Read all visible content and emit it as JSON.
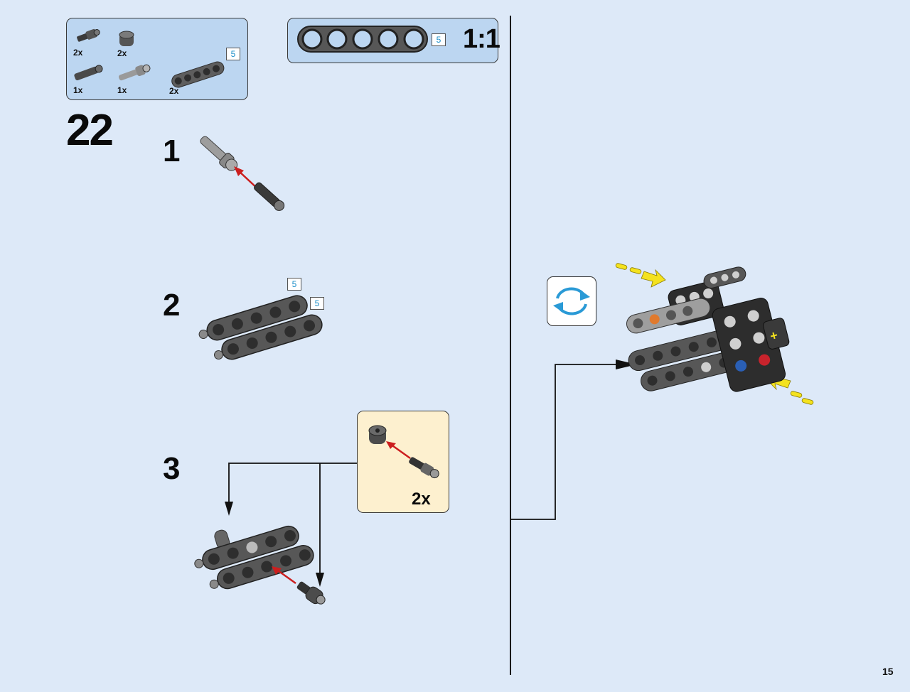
{
  "page": {
    "number": "15"
  },
  "parts_callout": {
    "items": [
      {
        "icon": "axle-pin-icon",
        "qty": "2x"
      },
      {
        "icon": "bush-icon",
        "qty": "2x"
      },
      {
        "icon": "axle-connector-icon",
        "qty": "1x"
      },
      {
        "icon": "pin-with-bush-icon",
        "qty": "1x"
      },
      {
        "icon": "beam-5-icon",
        "qty": "2x",
        "length": "5"
      }
    ]
  },
  "scale_callout": {
    "beam_length": "5",
    "scale": "1:1"
  },
  "step": {
    "number": "22"
  },
  "substeps": [
    {
      "number": "1"
    },
    {
      "number": "2",
      "lengths": [
        "5",
        "5"
      ]
    },
    {
      "number": "3"
    }
  ],
  "subassembly": {
    "qty": "2x"
  },
  "rotate": {
    "icon": "rotate-model-icon"
  },
  "colors": {
    "page_bg": "#dde9f8",
    "callout_bg": "#bcd6f1",
    "sub_callout_bg": "#fdf0cf",
    "arrow_red": "#cc1f1f",
    "push_yellow": "#f4e21e",
    "length_blue": "#1d8fc9"
  }
}
